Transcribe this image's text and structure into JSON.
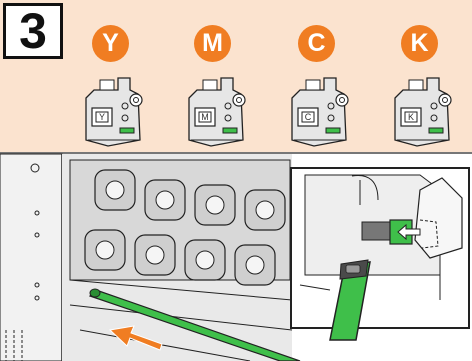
{
  "step": {
    "number": "3"
  },
  "colors": {
    "band": "#fbe3cf",
    "badge": "#f07d22",
    "highlight_green": "#3fbf4a",
    "line": "#222222"
  },
  "cartridges": [
    {
      "letter": "Y",
      "label": "Y"
    },
    {
      "letter": "M",
      "label": "M"
    },
    {
      "letter": "C",
      "label": "C"
    },
    {
      "letter": "K",
      "label": "K"
    }
  ],
  "icons": {
    "insert_arrow": "arrow-right-icon",
    "direction_arrow": "arrow-diagonal-icon"
  }
}
